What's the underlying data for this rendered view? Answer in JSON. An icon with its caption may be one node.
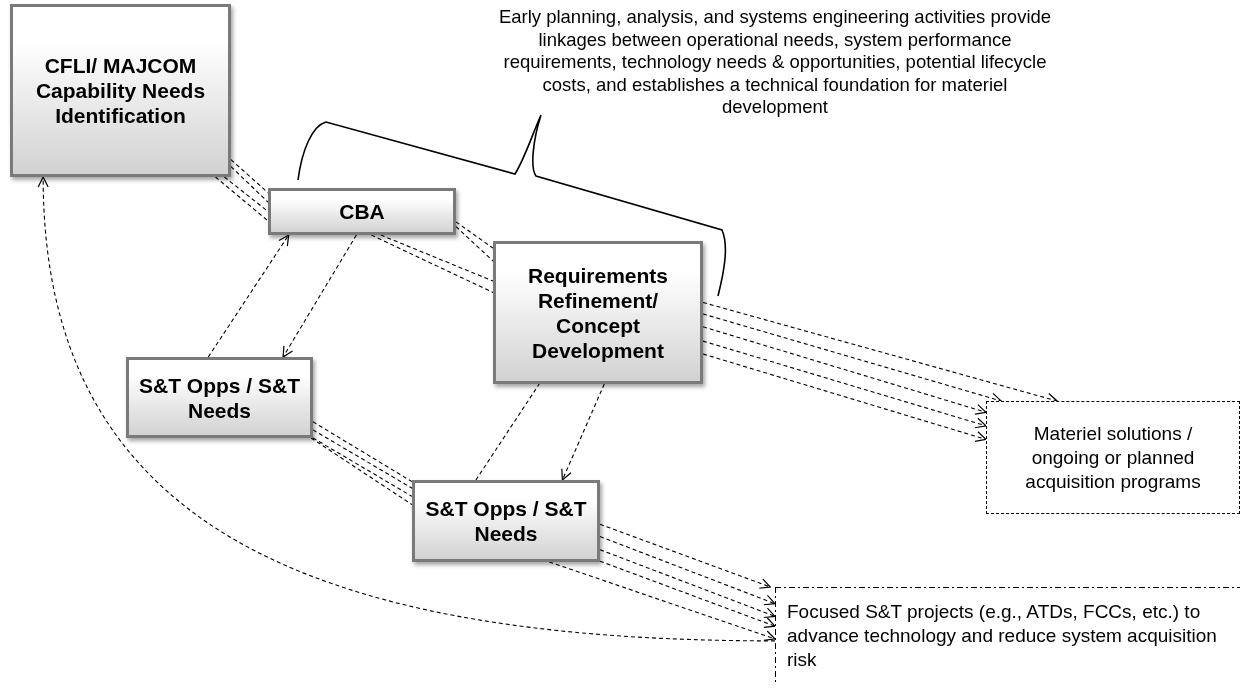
{
  "diagram": {
    "nodes": [
      {
        "text": [
          "CFLI/ MAJCOM Capability Needs Identification"
        ]
      },
      {
        "text": [
          "CBA"
        ]
      },
      {
        "text": [
          "Requirements Refinement/ Concept Development"
        ]
      },
      {
        "text": [
          "S&T Opps / S&T Needs"
        ]
      },
      {
        "text": [
          "S&T Opps / S&T Needs"
        ]
      },
      {
        "text": [
          "Materiel solutions / ongoing or planned acquisition programs"
        ]
      },
      {
        "text": [
          "Focused S&T projects (e.g., ATDs, FCCs, etc.) to advance technology and reduce system acquisition risk"
        ]
      }
    ],
    "edges": [
      {
        "from": 0,
        "to": 1,
        "arrow": "none",
        "style": "dashed"
      },
      {
        "from": 0,
        "to": 1,
        "arrow": "none",
        "style": "dashed"
      },
      {
        "from": 0,
        "to": 1,
        "arrow": "none",
        "style": "dashed"
      },
      {
        "from": 0,
        "to": 1,
        "arrow": "none",
        "style": "dashed"
      },
      {
        "from": 1,
        "to": 2,
        "arrow": "none",
        "style": "dashed"
      },
      {
        "from": 1,
        "to": 2,
        "arrow": "none",
        "style": "dashed"
      },
      {
        "from": 1,
        "to": 2,
        "arrow": "none",
        "style": "dashed"
      },
      {
        "from": 1,
        "to": 2,
        "arrow": "none",
        "style": "dashed"
      },
      {
        "from": 2,
        "to": 5,
        "arrow": "to",
        "style": "dashed"
      },
      {
        "from": 2,
        "to": 5,
        "arrow": "to",
        "style": "dashed"
      },
      {
        "from": 2,
        "to": 5,
        "arrow": "to",
        "style": "dashed"
      },
      {
        "from": 2,
        "to": 5,
        "arrow": "to",
        "style": "dashed"
      },
      {
        "from": 2,
        "to": 5,
        "arrow": "to",
        "style": "dashed"
      },
      {
        "from": 3,
        "to": 1,
        "arrow": "to",
        "style": "dashed"
      },
      {
        "from": 1,
        "to": 3,
        "arrow": "to",
        "style": "dashed"
      },
      {
        "from": 3,
        "to": 4,
        "arrow": "none",
        "style": "dashed"
      },
      {
        "from": 3,
        "to": 4,
        "arrow": "none",
        "style": "dashed"
      },
      {
        "from": 3,
        "to": 4,
        "arrow": "none",
        "style": "dashed"
      },
      {
        "from": 3,
        "to": 4,
        "arrow": "none",
        "style": "dashed"
      },
      {
        "from": 4,
        "to": 2,
        "arrow": "none",
        "style": "dashed"
      },
      {
        "from": 2,
        "to": 4,
        "arrow": "to",
        "style": "dashed"
      },
      {
        "from": 4,
        "to": 6,
        "arrow": "to",
        "style": "dashed"
      },
      {
        "from": 4,
        "to": 6,
        "arrow": "to",
        "style": "dashed"
      },
      {
        "from": 4,
        "to": 6,
        "arrow": "to",
        "style": "dashed"
      },
      {
        "from": 4,
        "to": 6,
        "arrow": "to",
        "style": "dashed"
      },
      {
        "from": 4,
        "to": 6,
        "arrow": "to",
        "style": "dashed"
      },
      {
        "from": 6,
        "to": 0,
        "arrow": "to",
        "style": "dashed"
      }
    ],
    "labels": [
      "Early planning, analysis, and systems engineering activities provide linkages between operational needs, system performance requirements, technology needs & opportunities, potential lifecycle costs, and establishes a technical foundation for materiel development"
    ]
  }
}
